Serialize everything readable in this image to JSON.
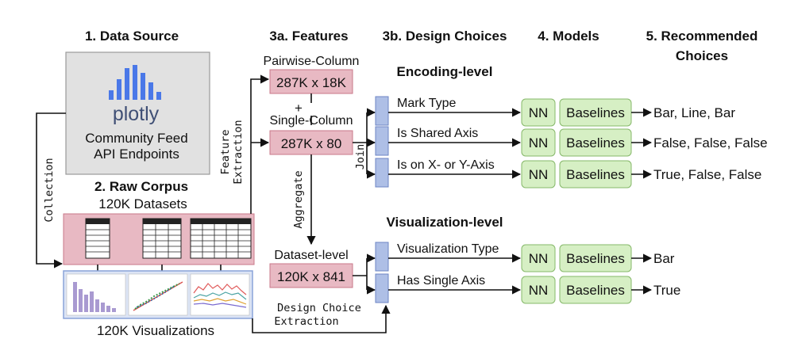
{
  "headers": {
    "data_source": "1. Data Source",
    "features": "3a. Features",
    "design_choices": "3b. Design Choices",
    "models": "4. Models",
    "recommended_line1": "5. Recommended",
    "recommended_line2": "Choices"
  },
  "source": {
    "brand": "plotly",
    "line1": "Community Feed",
    "line2": "API Endpoints",
    "collection": "Collection"
  },
  "corpus": {
    "title": "2. Raw Corpus",
    "datasets": "120K Datasets",
    "visualizations": "120K Visualizations"
  },
  "features": {
    "pairwise_label": "Pairwise-Column",
    "pairwise_value": "287K x 18K",
    "plus": "+",
    "single_label": "Single-Column",
    "single_value": "287K x 80",
    "dataset_label": "Dataset-level",
    "dataset_value": "120K x 841",
    "extraction_line1": "Feature",
    "extraction_line2": "Extraction",
    "aggregate": "Aggregate",
    "join": "Join"
  },
  "design": {
    "encoding_title": "Encoding-level",
    "visualization_title": "Visualization-level",
    "extraction_line1": "Design Choice",
    "extraction_line2": "Extraction"
  },
  "rows": [
    {
      "choice": "Mark Type",
      "nn": "NN",
      "baselines": "Baselines",
      "result": "Bar, Line, Bar"
    },
    {
      "choice": "Is Shared Axis",
      "nn": "NN",
      "baselines": "Baselines",
      "result": "False, False, False"
    },
    {
      "choice": "Is on X- or Y-Axis",
      "nn": "NN",
      "baselines": "Baselines",
      "result": "True, False, False"
    },
    {
      "choice": "Visualization Type",
      "nn": "NN",
      "baselines": "Baselines",
      "result": "Bar"
    },
    {
      "choice": "Has Single Axis",
      "nn": "NN",
      "baselines": "Baselines",
      "result": "True"
    }
  ],
  "colors": {
    "pink": "#e8b9c3",
    "green": "#d6efc4",
    "blue": "#aebfe6",
    "plotly": "#3f4f75",
    "plotly_bars": "#4a78e8"
  }
}
